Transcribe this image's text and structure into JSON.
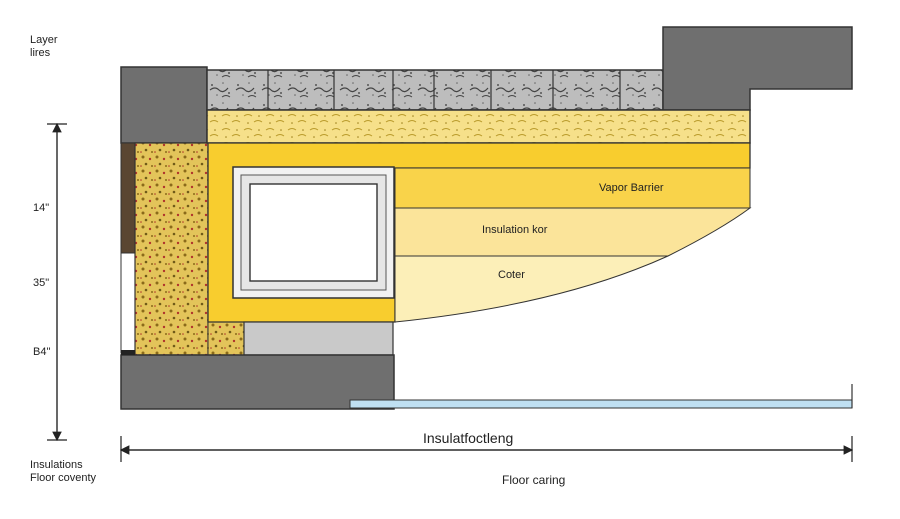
{
  "labels": {
    "corner": "Layer\nlires",
    "dim_top": "14\"",
    "dim_mid": "35\"",
    "dim_bottom": "B4\"",
    "bottom_left": "Insulations\nFloor coventy",
    "vapor_barrier": "Vapor Barrier",
    "insulation": "Insulation kor",
    "coter": "Coter",
    "span": "Insulatfoctleng",
    "floor": "Floor caring"
  },
  "colors": {
    "dark_gray": "#707070",
    "light_gray": "#c9c9c9",
    "paver": "#b9b9b9",
    "yellow": "#f8cd2e",
    "yellow_light": "#fbe49a",
    "yellow_pale": "#fcefb8",
    "speckle": "#e7c75a",
    "blue_strip": "#bfe0f2"
  }
}
